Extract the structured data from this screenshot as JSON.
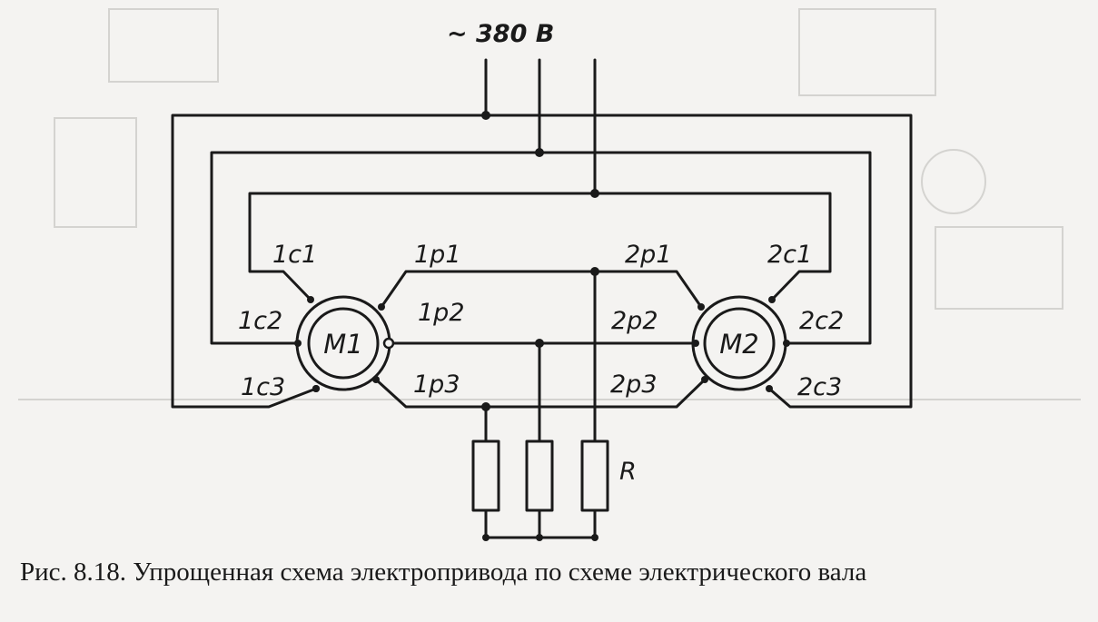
{
  "supply": {
    "label": "~ 380 В"
  },
  "resistor": {
    "label": "R"
  },
  "motors": [
    {
      "name": "M1"
    },
    {
      "name": "M2"
    }
  ],
  "terminals": {
    "m1_stator": [
      "1c1",
      "1c2",
      "1c3"
    ],
    "m1_rotor": [
      "1p1",
      "1p2",
      "1p3"
    ],
    "m2_rotor": [
      "2p1",
      "2p2",
      "2p3"
    ],
    "m2_stator": [
      "2c1",
      "2c2",
      "2c3"
    ]
  },
  "caption": "Рис. 8.18. Упрощенная схема электропривода по схеме электрического вала"
}
